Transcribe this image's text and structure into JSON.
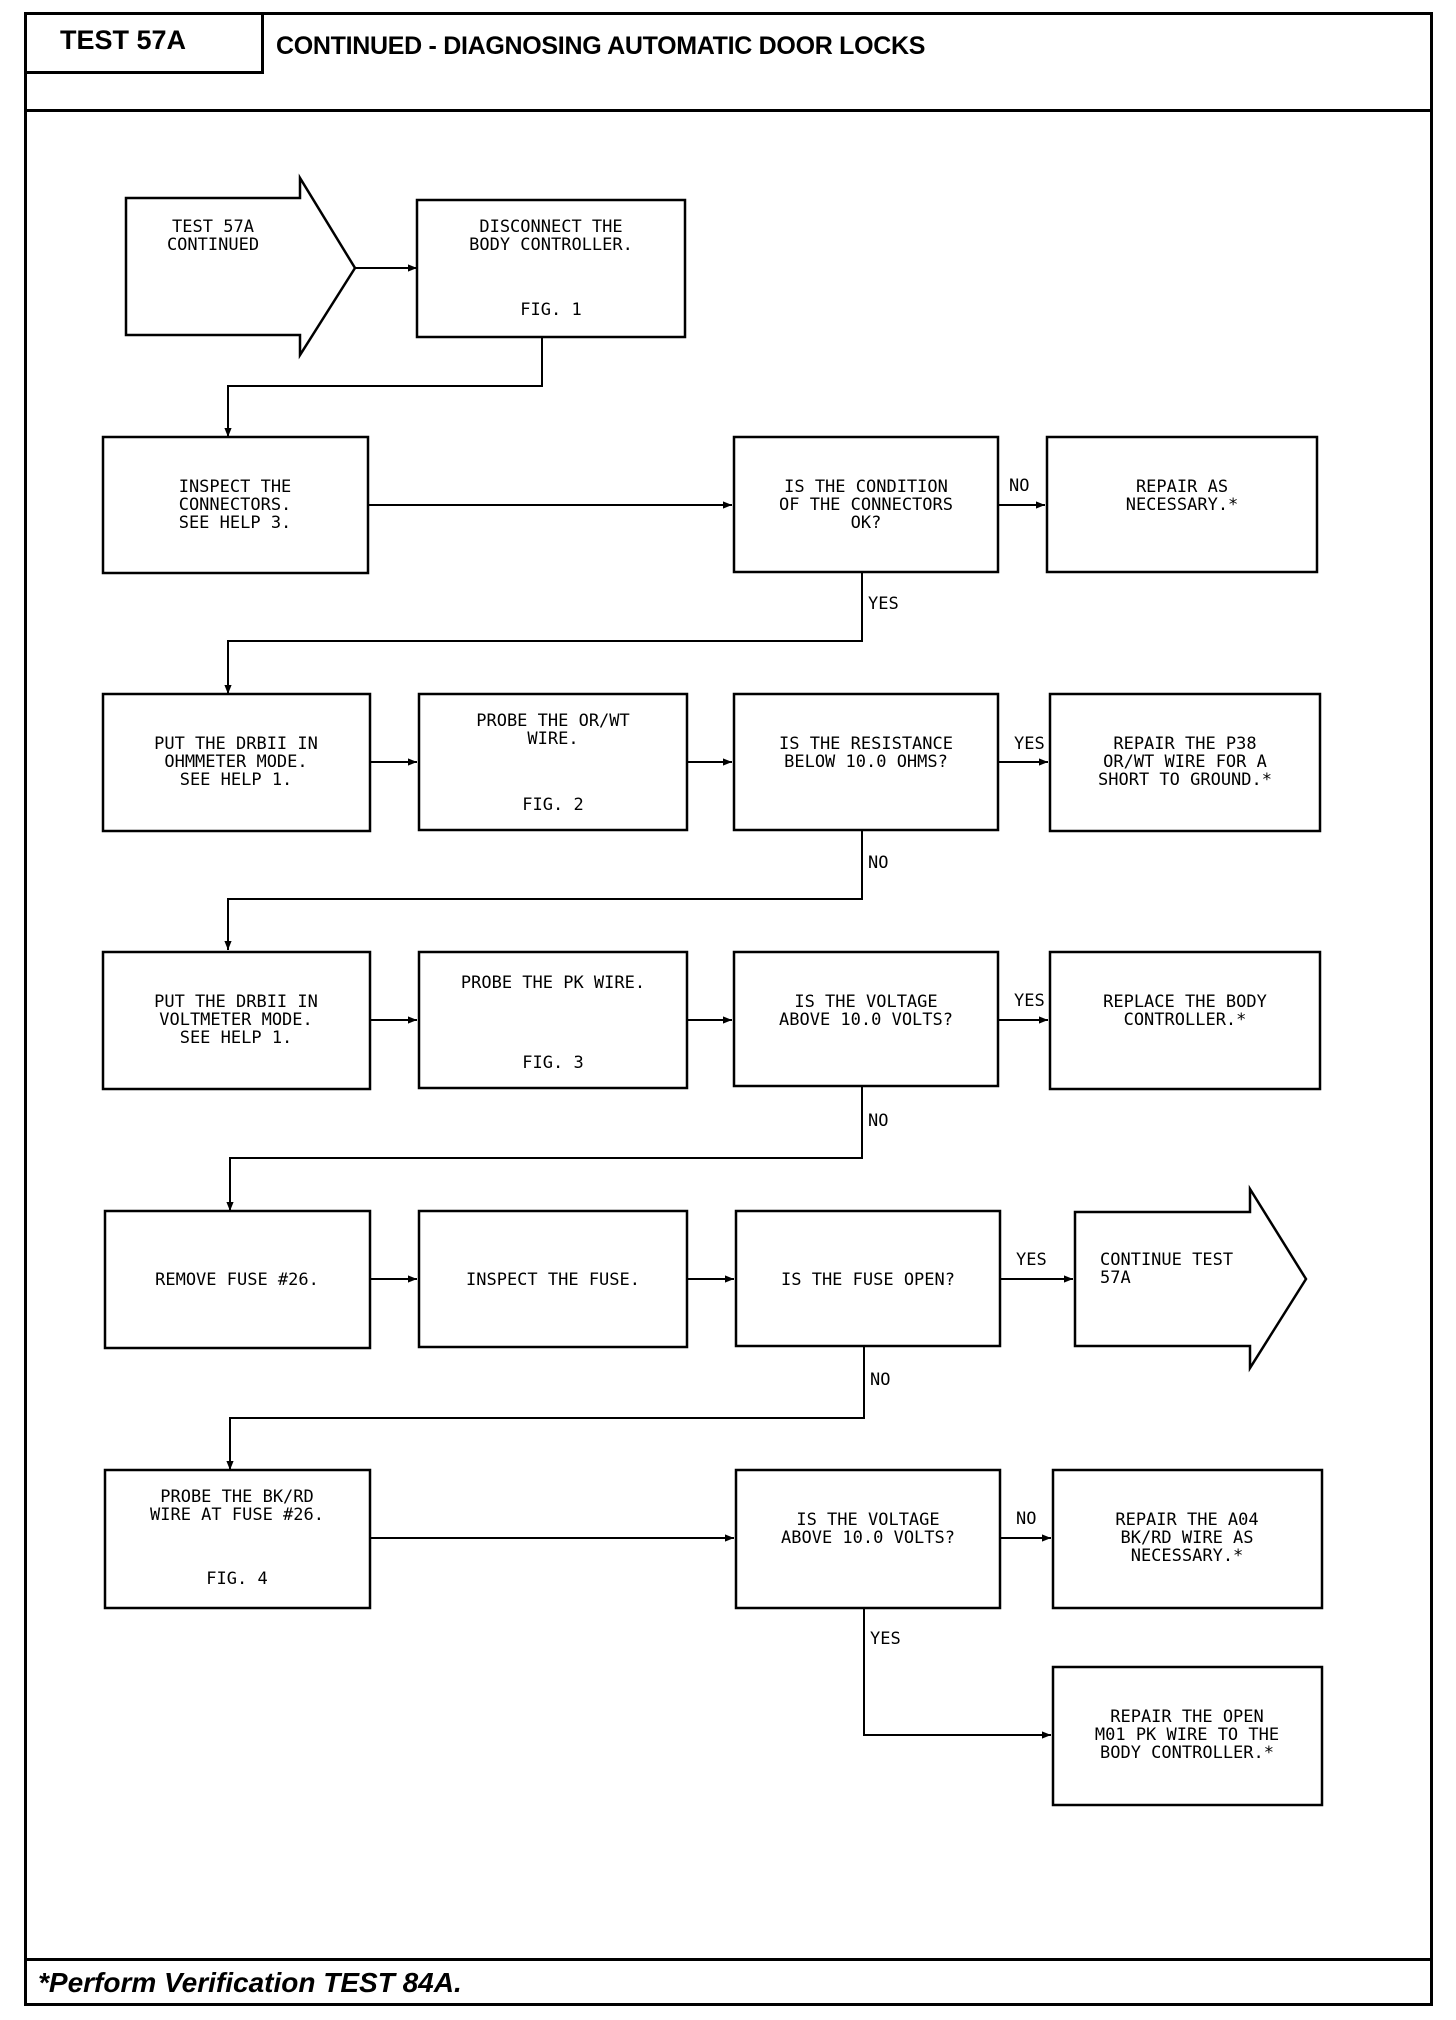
{
  "header": {
    "test_label": "TEST 57A",
    "title": "CONTINUED - DIAGNOSING AUTOMATIC DOOR LOCKS"
  },
  "footer": {
    "note": "*Perform Verification TEST 84A."
  },
  "flowchart": {
    "nodes": {
      "start": [
        "TEST 57A",
        "CONTINUED"
      ],
      "disconnect": [
        "DISCONNECT THE",
        "BODY CONTROLLER."
      ],
      "disconnect_fig": "FIG. 1",
      "inspect_conn": [
        "INSPECT THE",
        "CONNECTORS.",
        "SEE HELP 3."
      ],
      "cond_ok": [
        "IS THE CONDITION",
        "OF THE CONNECTORS",
        "OK?"
      ],
      "repair_nec": [
        "REPAIR AS",
        "NECESSARY.*"
      ],
      "ohm_mode": [
        "PUT THE DRBII IN",
        "OHMMETER MODE.",
        "SEE HELP 1."
      ],
      "probe_orwt": [
        "PROBE THE OR/WT",
        "WIRE."
      ],
      "probe_orwt_fig": "FIG. 2",
      "res_below": [
        "IS THE RESISTANCE",
        "BELOW 10.0 OHMS?"
      ],
      "repair_p38": [
        "REPAIR THE P38",
        "OR/WT WIRE FOR A",
        "SHORT TO GROUND.*"
      ],
      "volt_mode": [
        "PUT THE DRBII IN",
        "VOLTMETER MODE.",
        "SEE HELP 1."
      ],
      "probe_pk": [
        "PROBE THE PK WIRE."
      ],
      "probe_pk_fig": "FIG. 3",
      "volt_above_1": [
        "IS THE VOLTAGE",
        "ABOVE 10.0 VOLTS?"
      ],
      "replace_body": [
        "REPLACE THE BODY",
        "CONTROLLER.*"
      ],
      "remove_fuse": [
        "REMOVE FUSE #26."
      ],
      "inspect_fuse": [
        "INSPECT THE FUSE."
      ],
      "fuse_open": [
        "IS THE FUSE OPEN?"
      ],
      "continue_test": [
        "CONTINUE TEST",
        "57A"
      ],
      "probe_bkrd": [
        "PROBE THE BK/RD",
        "WIRE AT FUSE #26."
      ],
      "probe_bkrd_fig": "FIG. 4",
      "volt_above_2": [
        "IS THE VOLTAGE",
        "ABOVE 10.0 VOLTS?"
      ],
      "repair_a04": [
        "REPAIR THE A04",
        "BK/RD WIRE AS",
        "NECESSARY.*"
      ],
      "repair_m01": [
        "REPAIR THE OPEN",
        "M01 PK WIRE TO THE",
        "BODY CONTROLLER.*"
      ]
    },
    "edge_labels": {
      "cond_no": "NO",
      "cond_yes": "YES",
      "res_yes": "YES",
      "res_no": "NO",
      "volt1_yes": "YES",
      "volt1_no": "NO",
      "fuse_yes": "YES",
      "fuse_no": "NO",
      "volt2_no": "NO",
      "volt2_yes": "YES"
    }
  }
}
